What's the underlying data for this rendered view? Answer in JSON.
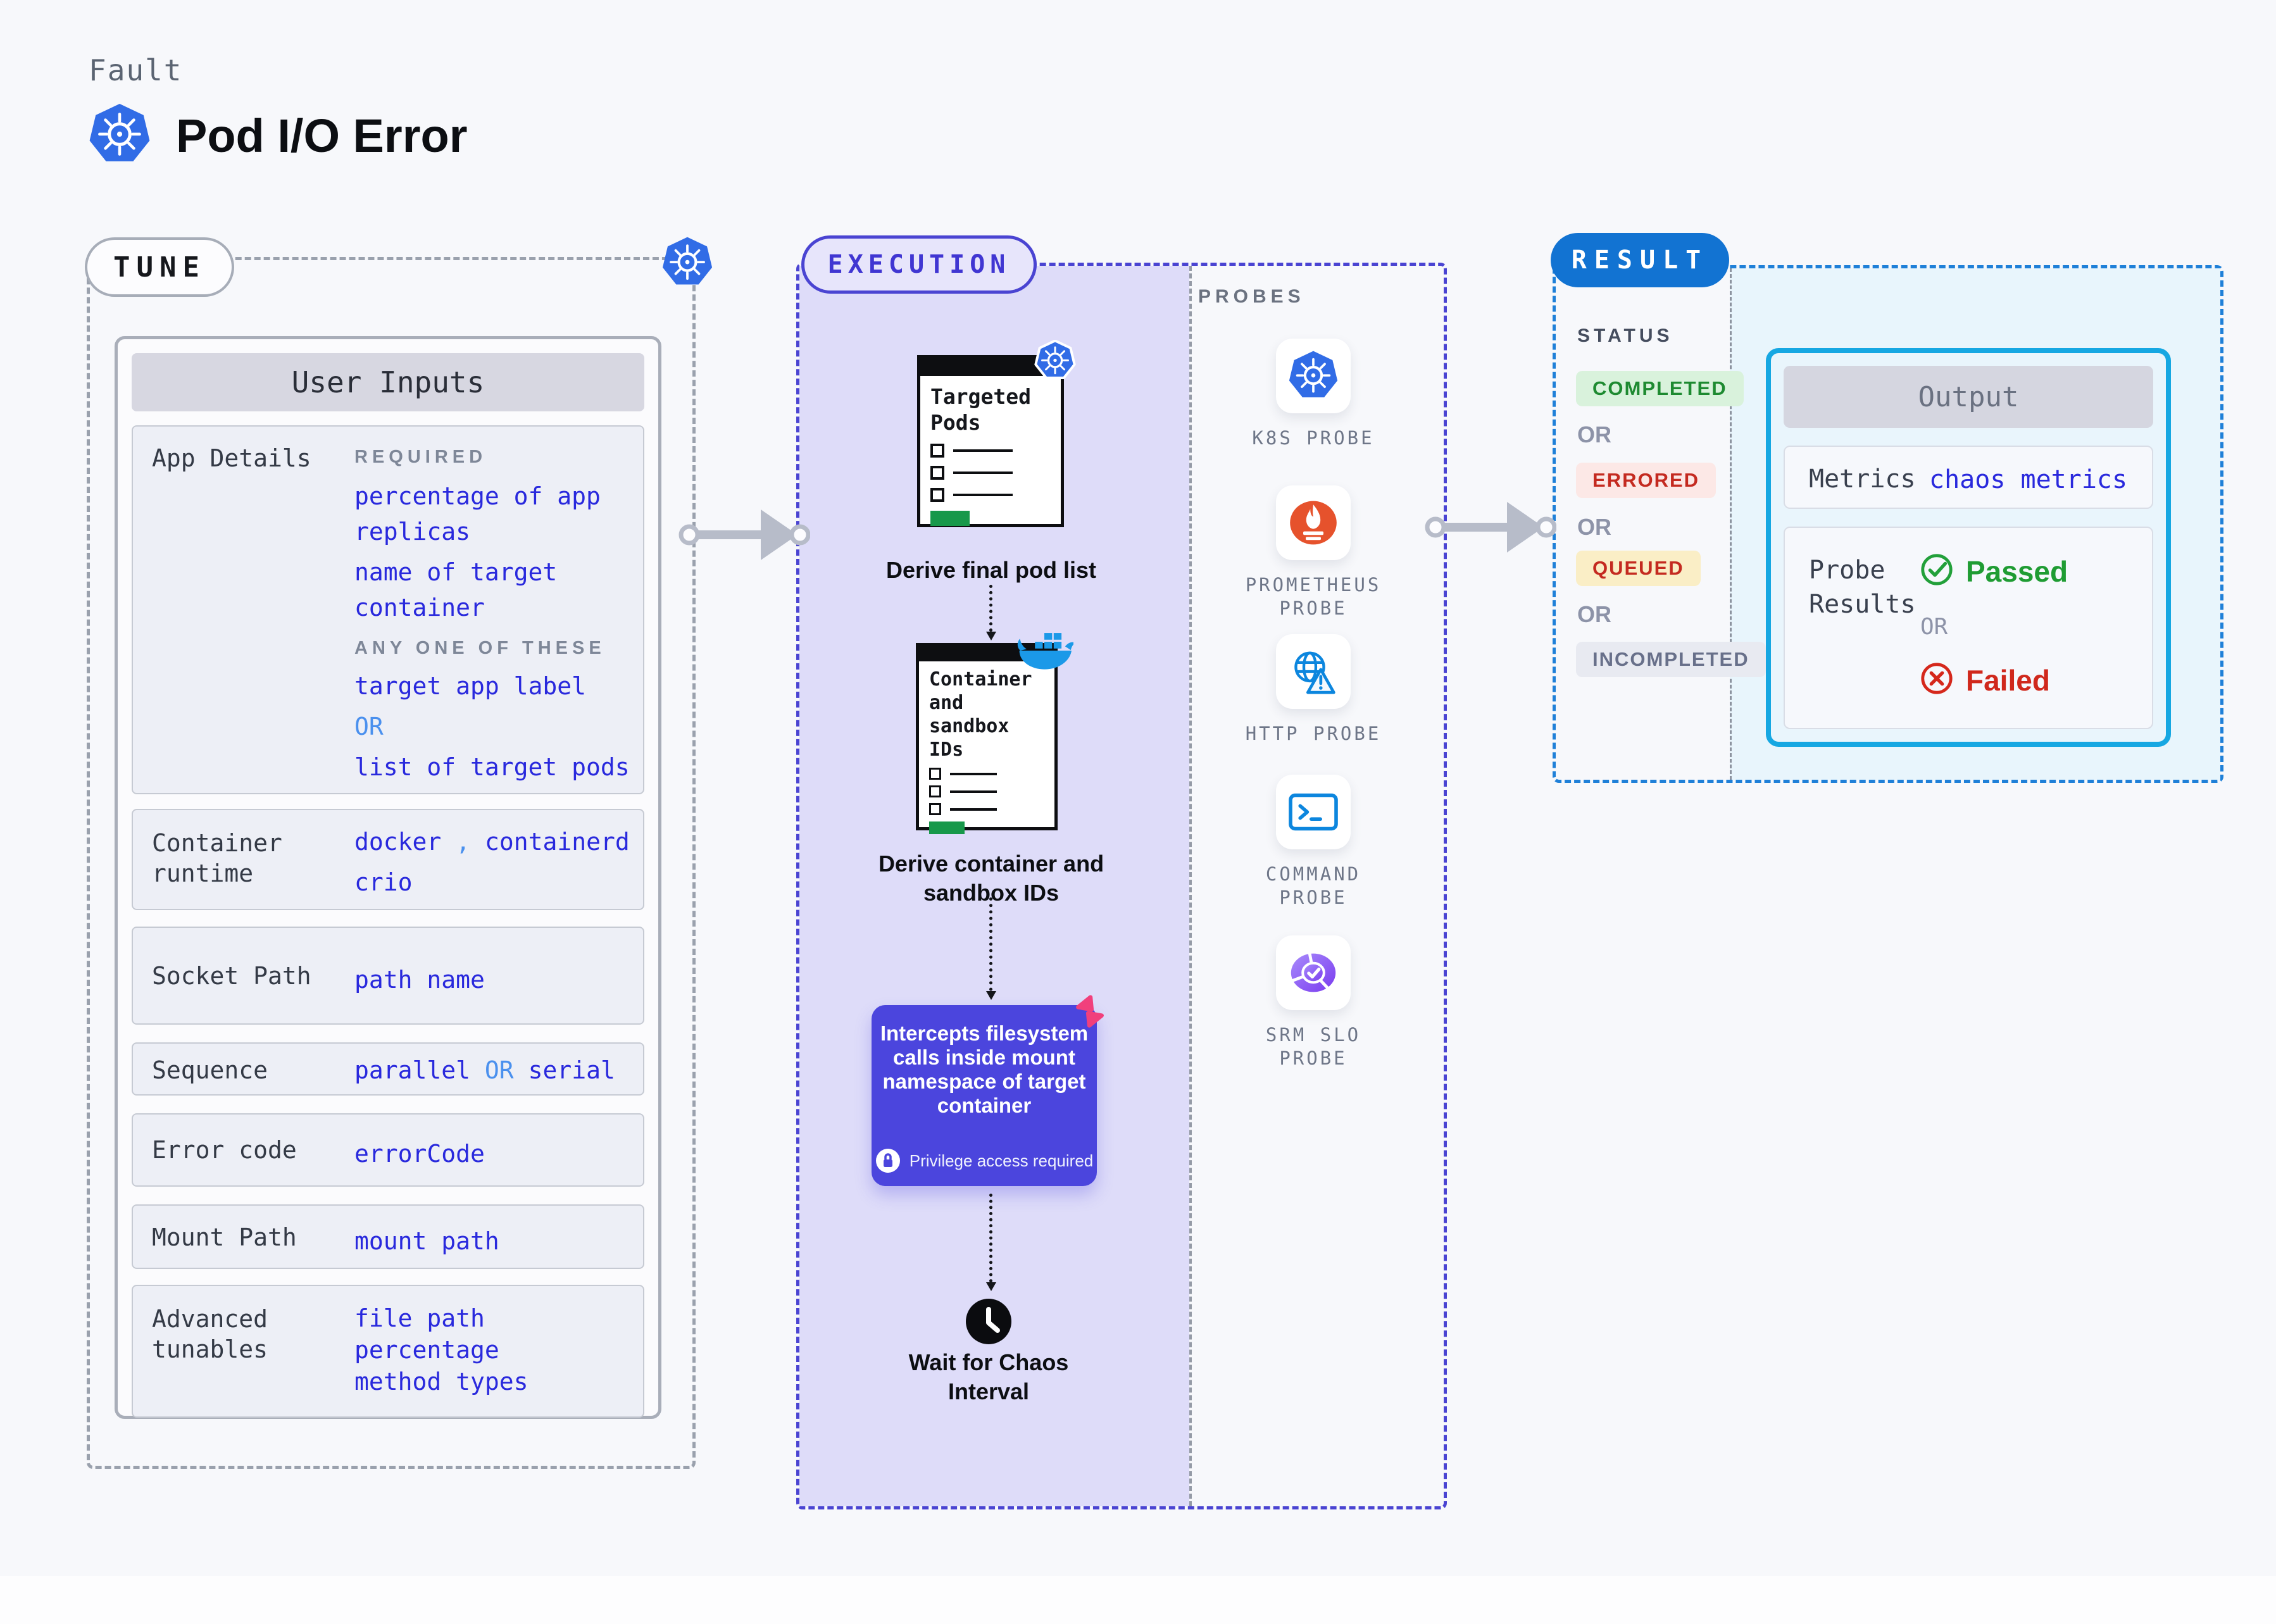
{
  "page": {
    "fault_label": "Fault",
    "title": "Pod I/O Error"
  },
  "tune": {
    "badge": "TUNE",
    "table_header": "User Inputs",
    "rows": {
      "app": {
        "label": "App Details",
        "required_label": "REQUIRED",
        "req_value_1": "percentage of app replicas",
        "req_value_2": "name of target container",
        "any_label": "ANY ONE OF THESE",
        "any_value_1": "target app label",
        "or_label": "OR",
        "any_value_2": "list of target pods"
      },
      "runtime": {
        "label": "Container runtime",
        "v1": "docker",
        "comma": ",",
        "v2": "containerd",
        "v3": "crio"
      },
      "socket": {
        "label": "Socket Path",
        "value": "path name"
      },
      "sequence": {
        "label": "Sequence",
        "v1": "parallel",
        "or_label": "OR",
        "v2": "serial"
      },
      "errorcode": {
        "label": "Error code",
        "value": "errorCode"
      },
      "mount": {
        "label": "Mount Path",
        "value": "mount path"
      },
      "advanced": {
        "label": "Advanced tunables",
        "v1": "file path",
        "v2": "percentage",
        "v3": "method types"
      }
    }
  },
  "execution": {
    "badge": "EXECUTION",
    "node1": {
      "title_1": "Targeted",
      "title_2": "Pods",
      "caption": "Derive final pod list"
    },
    "node2": {
      "title_1": "Container",
      "title_2": "and",
      "title_3": "sandbox",
      "title_4": "IDs",
      "caption": "Derive container and sandbox IDs"
    },
    "node3": {
      "text": "Intercepts filesystem calls inside mount namespace of target container",
      "note": "Privilege access required"
    },
    "node4": {
      "caption": "Wait for Chaos Interval"
    }
  },
  "probes": {
    "heading": "PROBES",
    "items": [
      {
        "label": "K8S PROBE",
        "icon": "kubernetes-icon"
      },
      {
        "label": "PROMETHEUS PROBE",
        "icon": "prometheus-icon"
      },
      {
        "label": "HTTP PROBE",
        "icon": "http-globe-icon"
      },
      {
        "label": "COMMAND PROBE",
        "icon": "terminal-icon"
      },
      {
        "label": "SRM SLO PROBE",
        "icon": "slo-donut-icon"
      }
    ]
  },
  "result": {
    "badge": "RESULT",
    "status_heading": "STATUS",
    "or_label": "OR",
    "statuses": [
      {
        "label": "COMPLETED",
        "bg": "#d9f2dc",
        "fg": "#1e8a31"
      },
      {
        "label": "ERRORED",
        "bg": "#fce8e6",
        "fg": "#c42a20"
      },
      {
        "label": "QUEUED",
        "bg": "#faeec6",
        "fg": "#c42a20"
      },
      {
        "label": "INCOMPLETED",
        "bg": "#e8eaf1",
        "fg": "#68708a"
      }
    ],
    "output": {
      "header": "Output",
      "metrics_label": "Metrics",
      "metrics_value": "chaos metrics",
      "probe_label": "Probe Results",
      "passed_label": "Passed",
      "or_label": "OR",
      "failed_label": "Failed"
    }
  },
  "colors": {
    "accent_indigo": "#4a44d2",
    "accent_blue": "#1f80d8",
    "value_blue": "#2929dd",
    "or_blue": "#4a90ee",
    "execution_bg": "#dedcf9",
    "node_purple": "#4b45dd",
    "k8s_blue": "#316ce6",
    "doc_green": "#17984a",
    "passed_green": "#22a03a",
    "failed_red": "#d5281c",
    "prometheus_orange": "#e6522c",
    "docker_blue": "#1b99e8",
    "chaos_pink": "#f1407c"
  }
}
